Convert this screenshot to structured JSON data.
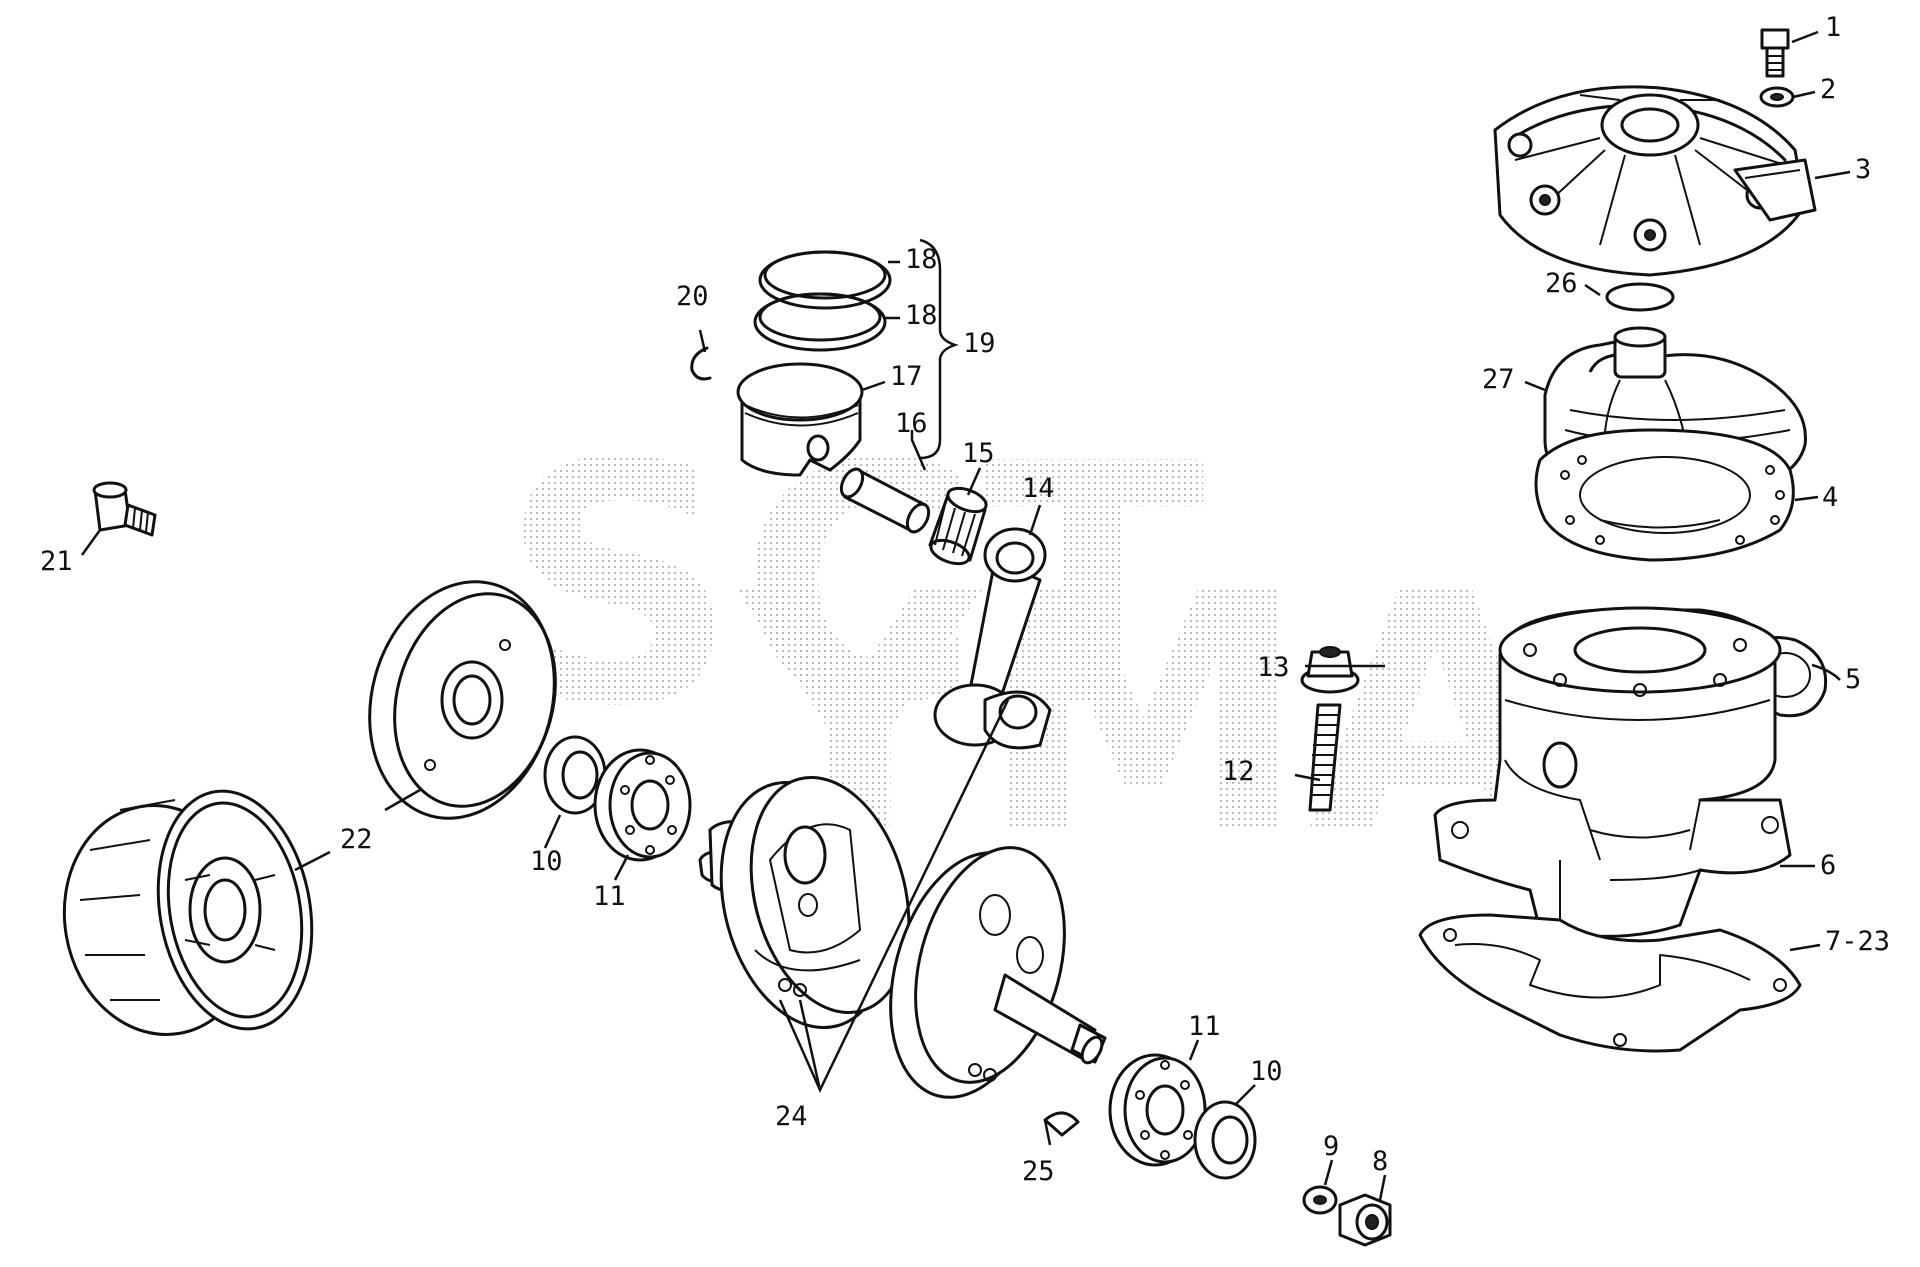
{
  "watermark": {
    "line1": "SCT",
    "line2": "YMA"
  },
  "callouts": {
    "c1": "1",
    "c2": "2",
    "c3": "3",
    "c4": "4",
    "c5": "5",
    "c6": "6",
    "c7": "7-23",
    "c8": "8",
    "c9": "9",
    "c10a": "10",
    "c10b": "10",
    "c11a": "11",
    "c11b": "11",
    "c12": "12",
    "c13": "13",
    "c14": "14",
    "c15": "15",
    "c16": "16",
    "c17": "17",
    "c18a": "18",
    "c18b": "18",
    "c19": "19",
    "c20": "20",
    "c21": "21",
    "c22": "22",
    "c24": "24",
    "c25": "25",
    "c26": "26",
    "c27": "27"
  }
}
